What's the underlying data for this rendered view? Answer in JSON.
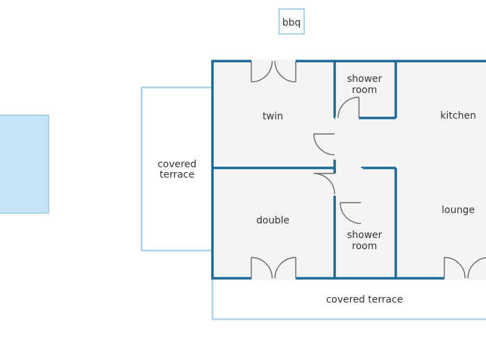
{
  "labels": {
    "bbq": "bbq",
    "covered_terrace_left_line1": "covered",
    "covered_terrace_left_line2": "terrace",
    "twin": "twin",
    "double": "double",
    "shower_room_top_line1": "shower",
    "shower_room_top_line2": "room",
    "shower_room_bottom_line1": "shower",
    "shower_room_bottom_line2": "room",
    "kitchen": "kitchen",
    "lounge": "lounge",
    "covered_terrace_bottom": "covered terrace"
  },
  "colors": {
    "wall": "#1a6a96",
    "outline": "#a8d4ea",
    "pool": "#c4e3f6",
    "room_fill": "#f4f4f4",
    "text": "#333333"
  }
}
